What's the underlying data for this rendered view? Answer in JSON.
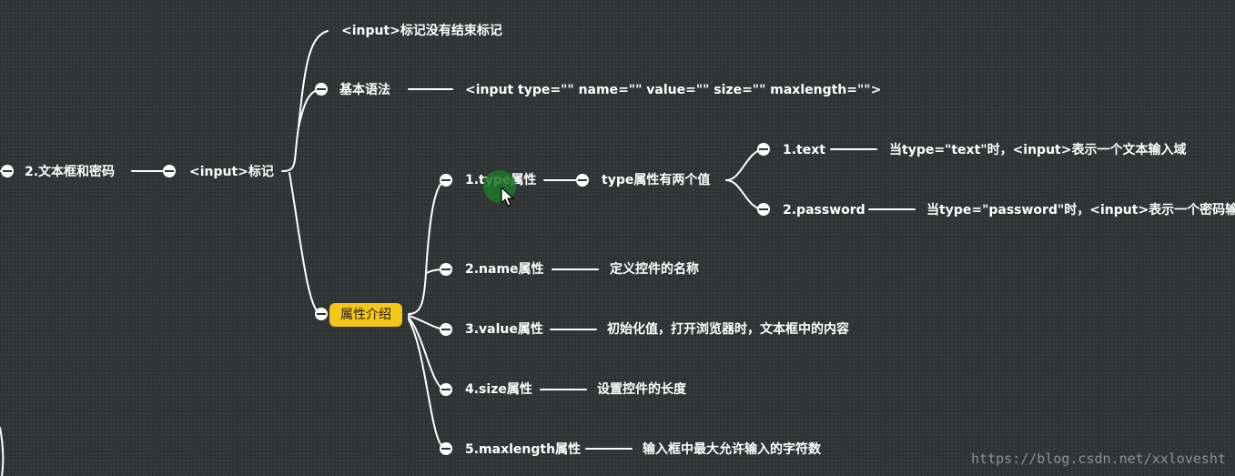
{
  "mindmap": {
    "nodes": [
      {
        "id": "root",
        "label": "2.文本框和密码"
      },
      {
        "id": "input",
        "label": "<input>标记"
      },
      {
        "id": "no_end",
        "label": "<input>标记没有结束标记"
      },
      {
        "id": "syntax",
        "label": "基本语法"
      },
      {
        "id": "syntax_val",
        "label": "<input type=\"\" name=\"\" value=\"\" size=\"\" maxlength=\"\">"
      },
      {
        "id": "attrs",
        "label": "属性介绍"
      },
      {
        "id": "type",
        "label": "1.type属性"
      },
      {
        "id": "type_two",
        "label": "type属性有两个值"
      },
      {
        "id": "text",
        "label": "1.text"
      },
      {
        "id": "text_desc",
        "label": "当type=\"text\"时，<input>表示一个文本输入域"
      },
      {
        "id": "password",
        "label": "2.password"
      },
      {
        "id": "password_desc",
        "label": "当type=\"password\"时，<input>表示一个密码输入域"
      },
      {
        "id": "name",
        "label": "2.name属性"
      },
      {
        "id": "name_desc",
        "label": "定义控件的名称"
      },
      {
        "id": "value",
        "label": "3.value属性"
      },
      {
        "id": "value_desc",
        "label": "初始化值，打开浏览器时，文本框中的内容"
      },
      {
        "id": "size",
        "label": "4.size属性"
      },
      {
        "id": "size_desc",
        "label": "设置控件的长度"
      },
      {
        "id": "maxlength",
        "label": "5.maxlength属性"
      },
      {
        "id": "maxlength_desc",
        "label": "输入框中最大允许输入的字符数"
      }
    ],
    "edges": [
      [
        "root",
        "input"
      ],
      [
        "input",
        "no_end"
      ],
      [
        "input",
        "syntax"
      ],
      [
        "input",
        "attrs"
      ],
      [
        "syntax",
        "syntax_val"
      ],
      [
        "attrs",
        "type"
      ],
      [
        "attrs",
        "name"
      ],
      [
        "attrs",
        "value"
      ],
      [
        "attrs",
        "size"
      ],
      [
        "attrs",
        "maxlength"
      ],
      [
        "type",
        "type_two"
      ],
      [
        "type_two",
        "text"
      ],
      [
        "type_two",
        "password"
      ],
      [
        "text",
        "text_desc"
      ],
      [
        "password",
        "password_desc"
      ],
      [
        "name",
        "name_desc"
      ],
      [
        "value",
        "value_desc"
      ],
      [
        "size",
        "size_desc"
      ],
      [
        "maxlength",
        "maxlength_desc"
      ]
    ],
    "highlighted": "attrs"
  },
  "colors": {
    "background": "#2f3334",
    "line": "#ffffff",
    "highlight": "#f5c518"
  },
  "watermark": "https://blog.csdn.net/xxlovesht"
}
